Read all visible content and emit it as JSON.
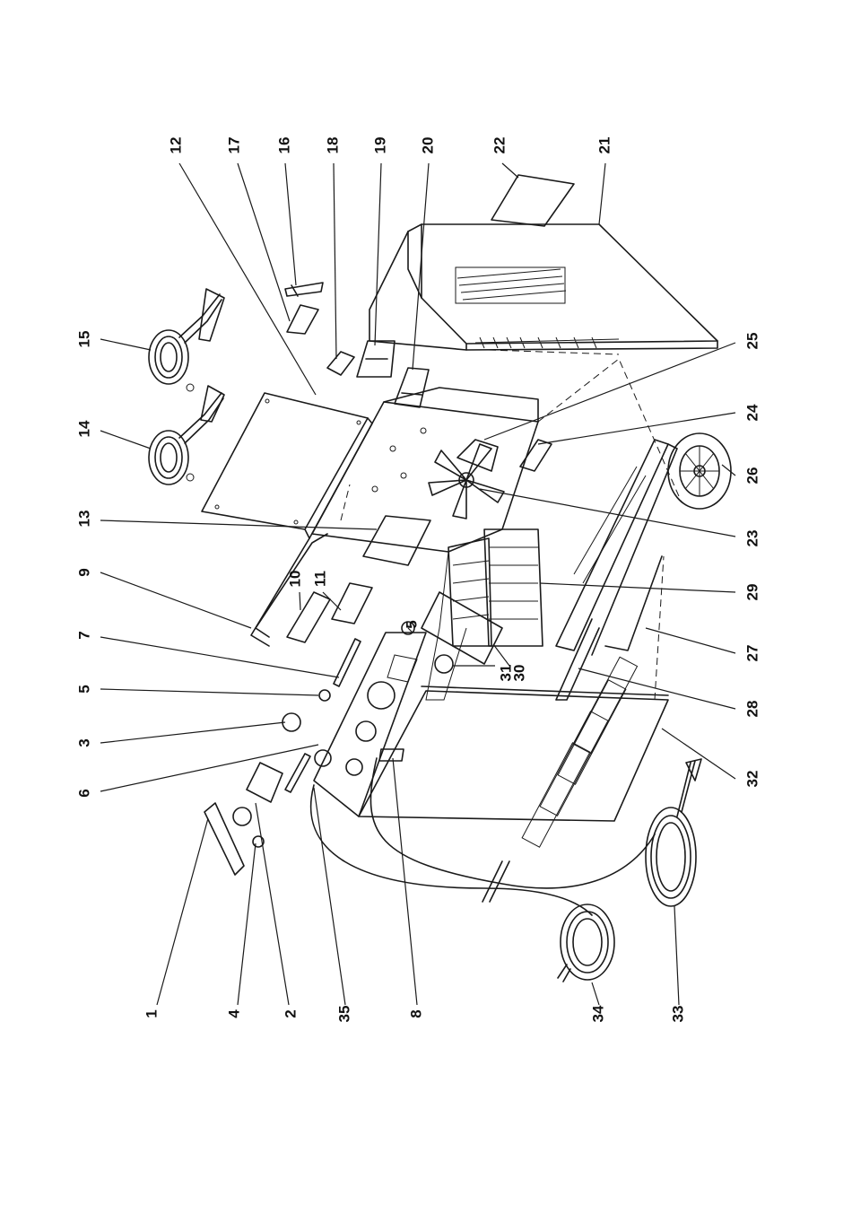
{
  "diagram": {
    "kind": "exploded parts view",
    "labels": [
      "1",
      "2",
      "3",
      "4",
      "5",
      "5",
      "6",
      "7",
      "8",
      "9",
      "10",
      "11",
      "12",
      "13",
      "14",
      "15",
      "16",
      "17",
      "18",
      "19",
      "20",
      "21",
      "22",
      "23",
      "24",
      "25",
      "26",
      "27",
      "28",
      "29",
      "30",
      "31",
      "32",
      "33",
      "34",
      "35"
    ]
  }
}
